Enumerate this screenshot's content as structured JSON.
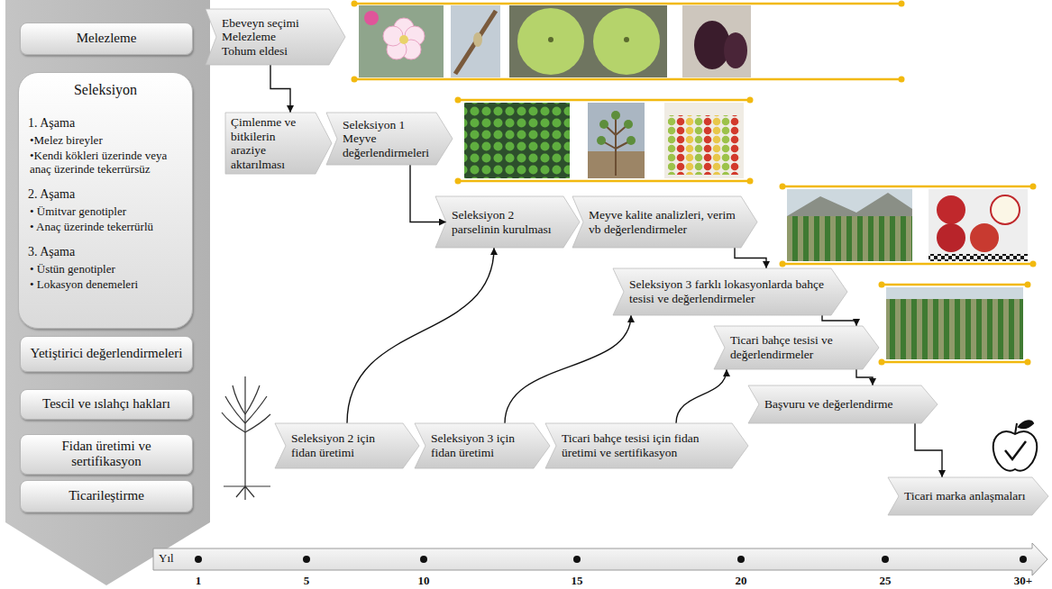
{
  "diagram": {
    "nodes": [
      {
        "text": [
          "Melezleme"
        ]
      },
      {
        "text": [
          "Seleksiyon",
          "1. Aşama",
          "•Melez bireyler",
          "•Kendi kökleri üzerinde veya anaç üzerinde tekerrürsüz",
          "2. Aşama",
          "• Ümitvar genotipler",
          "• Anaç üzerinde tekerrürlü",
          "3. Aşama",
          "• Üstün genotipler",
          "• Lokasyon denemeleri"
        ]
      },
      {
        "text": [
          "Yetiştirici değerlendirmeleri"
        ]
      },
      {
        "text": [
          "Tescil ve ıslahçı hakları"
        ]
      },
      {
        "text": [
          "Fidan üretimi ve sertifikasyon"
        ]
      },
      {
        "text": [
          "Ticarileştirme"
        ]
      },
      {
        "text": [
          "Ebeveyn seçimi",
          "Melezleme",
          "Tohum eldesi"
        ]
      },
      {
        "text": [
          "Çimlenme ve bitkilerin araziye aktarılması"
        ]
      },
      {
        "text": [
          "Seleksiyon 1",
          "Meyve değerlendirmeleri"
        ]
      },
      {
        "text": [
          "Seleksiyon 2 parselinin kurulması"
        ]
      },
      {
        "text": [
          "Meyve kalite analizleri, verim vb değerlendirmeler"
        ]
      },
      {
        "text": [
          "Seleksiyon 3 farklı lokasyonlarda bahçe tesisi ve değerlendirmeler"
        ]
      },
      {
        "text": [
          "Ticari bahçe tesisi ve değerlendirmeler"
        ]
      },
      {
        "text": [
          "Başvuru ve değerlendirme"
        ]
      },
      {
        "text": [
          "Seleksiyon 2 için fidan üretimi"
        ]
      },
      {
        "text": [
          "Seleksiyon 3 için fidan üretimi"
        ]
      },
      {
        "text": [
          "Ticari bahçe tesisi için fidan üretimi ve sertifikasyon"
        ]
      },
      {
        "text": [
          "Ticari marka anlaşmaları"
        ]
      }
    ],
    "edges": [
      {
        "from": 6,
        "to": 7,
        "arrow": "to"
      },
      {
        "from": 8,
        "to": 9,
        "arrow": "to"
      },
      {
        "from": 10,
        "to": 11,
        "arrow": "to"
      },
      {
        "from": 11,
        "to": 12,
        "arrow": "to"
      },
      {
        "from": 12,
        "to": 13,
        "arrow": "to"
      },
      {
        "from": 13,
        "to": 17,
        "arrow": "to"
      },
      {
        "from": 14,
        "to": 9,
        "arrow": "to"
      },
      {
        "from": 15,
        "to": 11,
        "arrow": "to"
      },
      {
        "from": 16,
        "to": 12,
        "arrow": "to"
      }
    ],
    "labels": [
      "Yıl",
      "1",
      "5",
      "10",
      "15",
      "20",
      "25",
      "30+"
    ]
  }
}
